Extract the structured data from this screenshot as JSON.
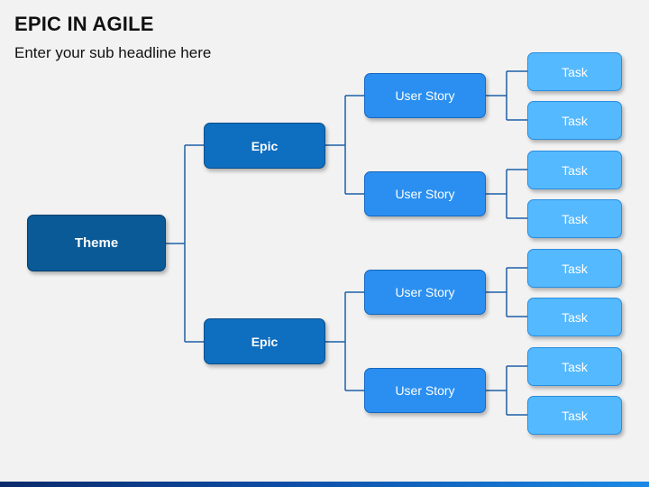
{
  "slide": {
    "title": "EPIC IN AGILE",
    "subtitle": "Enter your sub headline here"
  },
  "diagram": {
    "theme": "Theme",
    "epics": [
      "Epic",
      "Epic"
    ],
    "user_stories": [
      "User Story",
      "User Story",
      "User Story",
      "User Story"
    ],
    "tasks": [
      "Task",
      "Task",
      "Task",
      "Task",
      "Task",
      "Task",
      "Task",
      "Task"
    ]
  },
  "colors": {
    "theme": "#0a5a98",
    "epic": "#0e6ebf",
    "user_story": "#2a8ff0",
    "task": "#55b9ff",
    "connector": "#1e5fa8"
  }
}
